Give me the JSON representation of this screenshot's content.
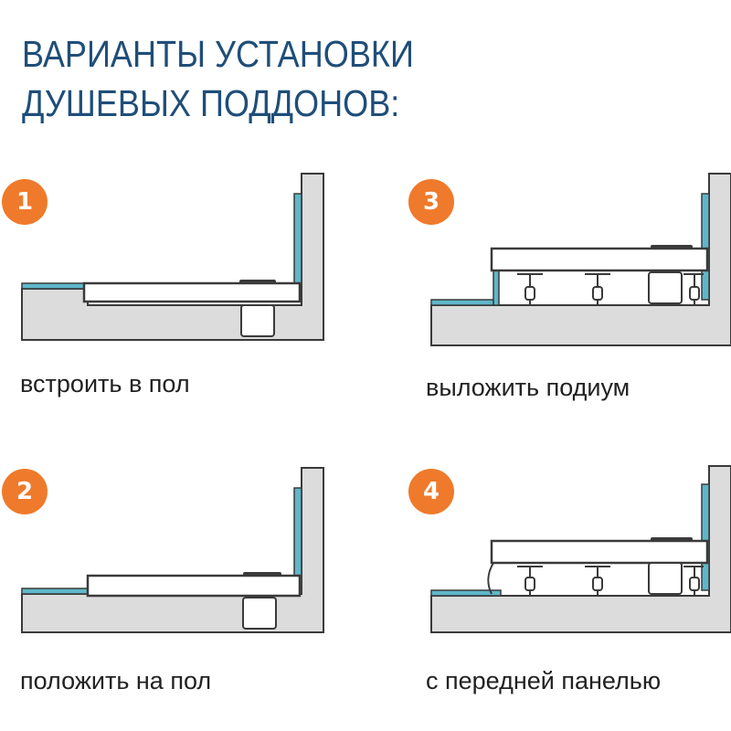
{
  "title": {
    "line1": "ВАРИАНТЫ УСТАНОВКИ",
    "line2": "ДУШЕВЫХ ПОДДОНОВ:"
  },
  "options": [
    {
      "number": "1",
      "label": "встроить в пол"
    },
    {
      "number": "2",
      "label": "положить на пол"
    },
    {
      "number": "3",
      "label": "выложить подиум"
    },
    {
      "number": "4",
      "label": "с передней панелью"
    }
  ],
  "colors": {
    "title": "#1f4e79",
    "badge": "#ef7a2b",
    "structure": "#dcdcdc",
    "outline": "#3a3a3a",
    "waterproofing": "#5fb7c9"
  }
}
